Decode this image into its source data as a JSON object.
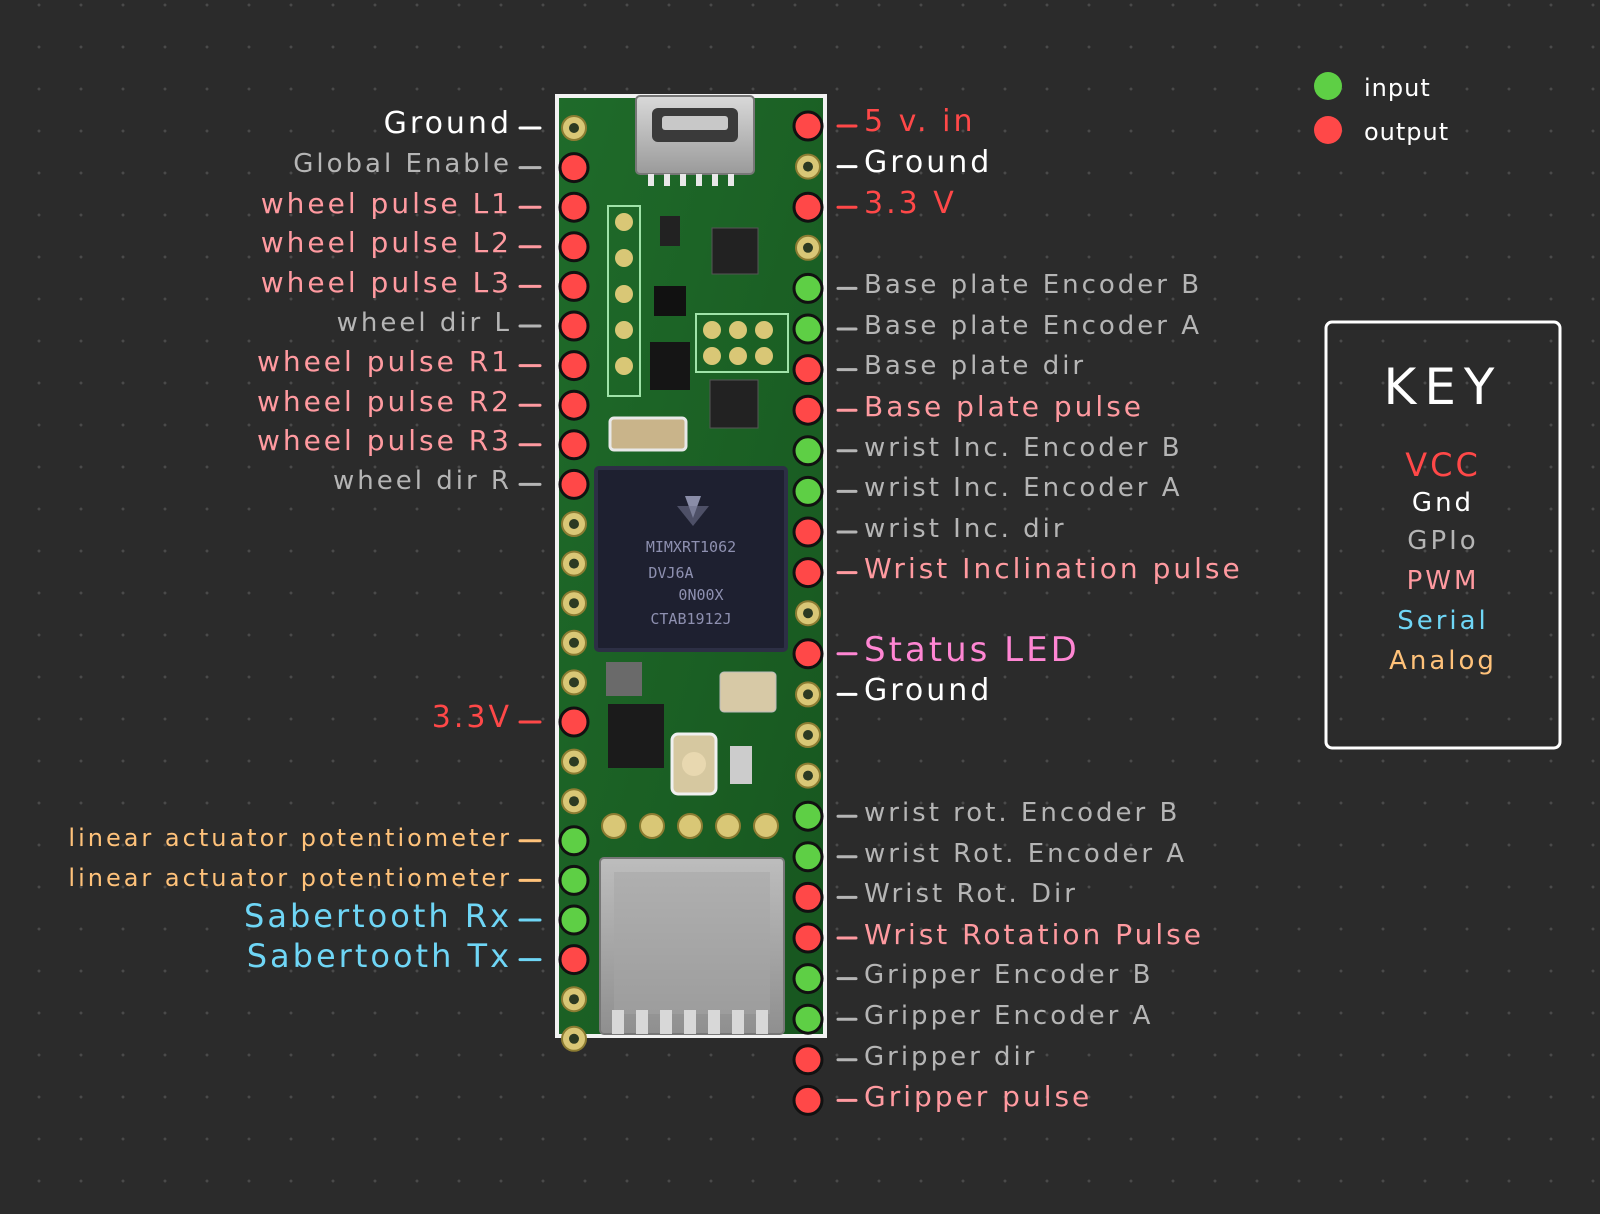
{
  "legend": {
    "input": {
      "label": "input",
      "color": "#5ecf45"
    },
    "output": {
      "label": "output",
      "color": "#ff4848"
    }
  },
  "key": {
    "title": "KEY",
    "items": [
      {
        "label": "VCC",
        "color": "#ff4848"
      },
      {
        "label": "Gnd",
        "color": "#ffffff"
      },
      {
        "label": "GPIo",
        "color": "#b5b5b5"
      },
      {
        "label": "PWM",
        "color": "#ff9aa0"
      },
      {
        "label": "Serial",
        "color": "#6fd6f6"
      },
      {
        "label": "Analog",
        "color": "#ffc27a"
      }
    ]
  },
  "chip": {
    "lines": [
      "MIMXRT1062",
      "DVJ6A",
      "0N00X",
      "CTAB1912J"
    ]
  },
  "left_pins": [
    {
      "label": "Ground",
      "type": "gnd",
      "state": "none"
    },
    {
      "label": "Global Enable",
      "type": "gpio",
      "state": "output"
    },
    {
      "label": "wheel pulse L1",
      "type": "pwm",
      "state": "output"
    },
    {
      "label": "wheel pulse L2",
      "type": "pwm",
      "state": "output"
    },
    {
      "label": "wheel pulse L3",
      "type": "pwm",
      "state": "output"
    },
    {
      "label": "wheel dir L",
      "type": "gpio",
      "state": "output"
    },
    {
      "label": "wheel pulse R1",
      "type": "pwm",
      "state": "output"
    },
    {
      "label": "wheel pulse R2",
      "type": "pwm",
      "state": "output"
    },
    {
      "label": "wheel pulse R3",
      "type": "pwm",
      "state": "output"
    },
    {
      "label": "wheel dir R",
      "type": "gpio",
      "state": "output"
    },
    {
      "label": "",
      "type": "none",
      "state": "none"
    },
    {
      "label": "",
      "type": "none",
      "state": "none"
    },
    {
      "label": "",
      "type": "none",
      "state": "none"
    },
    {
      "label": "",
      "type": "none",
      "state": "none"
    },
    {
      "label": "",
      "type": "none",
      "state": "none"
    },
    {
      "label": "3.3V",
      "type": "vcc",
      "state": "output"
    },
    {
      "label": "",
      "type": "none",
      "state": "none"
    },
    {
      "label": "",
      "type": "none",
      "state": "none"
    },
    {
      "label": "linear actuator potentiometer",
      "type": "analog",
      "state": "input"
    },
    {
      "label": "linear actuator potentiometer",
      "type": "analog",
      "state": "input"
    },
    {
      "label": "Sabertooth Rx",
      "type": "serial",
      "state": "input"
    },
    {
      "label": "Sabertooth Tx",
      "type": "serial",
      "state": "output"
    },
    {
      "label": "",
      "type": "none",
      "state": "none"
    },
    {
      "label": "",
      "type": "none",
      "state": "none"
    }
  ],
  "right_pins": [
    {
      "label": "5 v. in",
      "type": "vcc",
      "state": "output"
    },
    {
      "label": "Ground",
      "type": "gnd",
      "state": "none"
    },
    {
      "label": "3.3 V",
      "type": "vcc",
      "state": "output"
    },
    {
      "label": "",
      "type": "none",
      "state": "none"
    },
    {
      "label": "Base plate Encoder B",
      "type": "gpio",
      "state": "input"
    },
    {
      "label": "Base plate Encoder A",
      "type": "gpio",
      "state": "input"
    },
    {
      "label": "Base plate dir",
      "type": "gpio",
      "state": "output"
    },
    {
      "label": "Base plate pulse",
      "type": "pwm",
      "state": "output"
    },
    {
      "label": "wrist Inc. Encoder B",
      "type": "gpio",
      "state": "input"
    },
    {
      "label": "wrist Inc. Encoder A",
      "type": "gpio",
      "state": "input"
    },
    {
      "label": "wrist Inc. dir",
      "type": "gpio",
      "state": "output"
    },
    {
      "label": "Wrist Inclination pulse",
      "type": "pwm",
      "state": "output"
    },
    {
      "label": "",
      "type": "none",
      "state": "none"
    },
    {
      "label": "Status LED",
      "type": "led",
      "state": "output"
    },
    {
      "label": "Ground",
      "type": "gnd",
      "state": "none"
    },
    {
      "label": "",
      "type": "none",
      "state": "none"
    },
    {
      "label": "",
      "type": "none",
      "state": "none"
    },
    {
      "label": "wrist rot. Encoder B",
      "type": "gpio",
      "state": "input"
    },
    {
      "label": "wrist Rot. Encoder A",
      "type": "gpio",
      "state": "input"
    },
    {
      "label": "Wrist Rot. Dir",
      "type": "gpio",
      "state": "output"
    },
    {
      "label": "Wrist Rotation Pulse",
      "type": "pwm",
      "state": "output"
    },
    {
      "label": "Gripper Encoder B",
      "type": "gpio",
      "state": "input"
    },
    {
      "label": "Gripper Encoder A",
      "type": "gpio",
      "state": "input"
    },
    {
      "label": "Gripper dir",
      "type": "gpio",
      "state": "output"
    },
    {
      "label": "Gripper pulse",
      "type": "pwm",
      "state": "output"
    }
  ],
  "type_colors": {
    "vcc": "#ff4848",
    "gnd": "#ffffff",
    "gpio": "#b5b5b5",
    "pwm": "#ff9aa0",
    "serial": "#6fd6f6",
    "analog": "#ffc27a",
    "led": "#ff86d3"
  }
}
